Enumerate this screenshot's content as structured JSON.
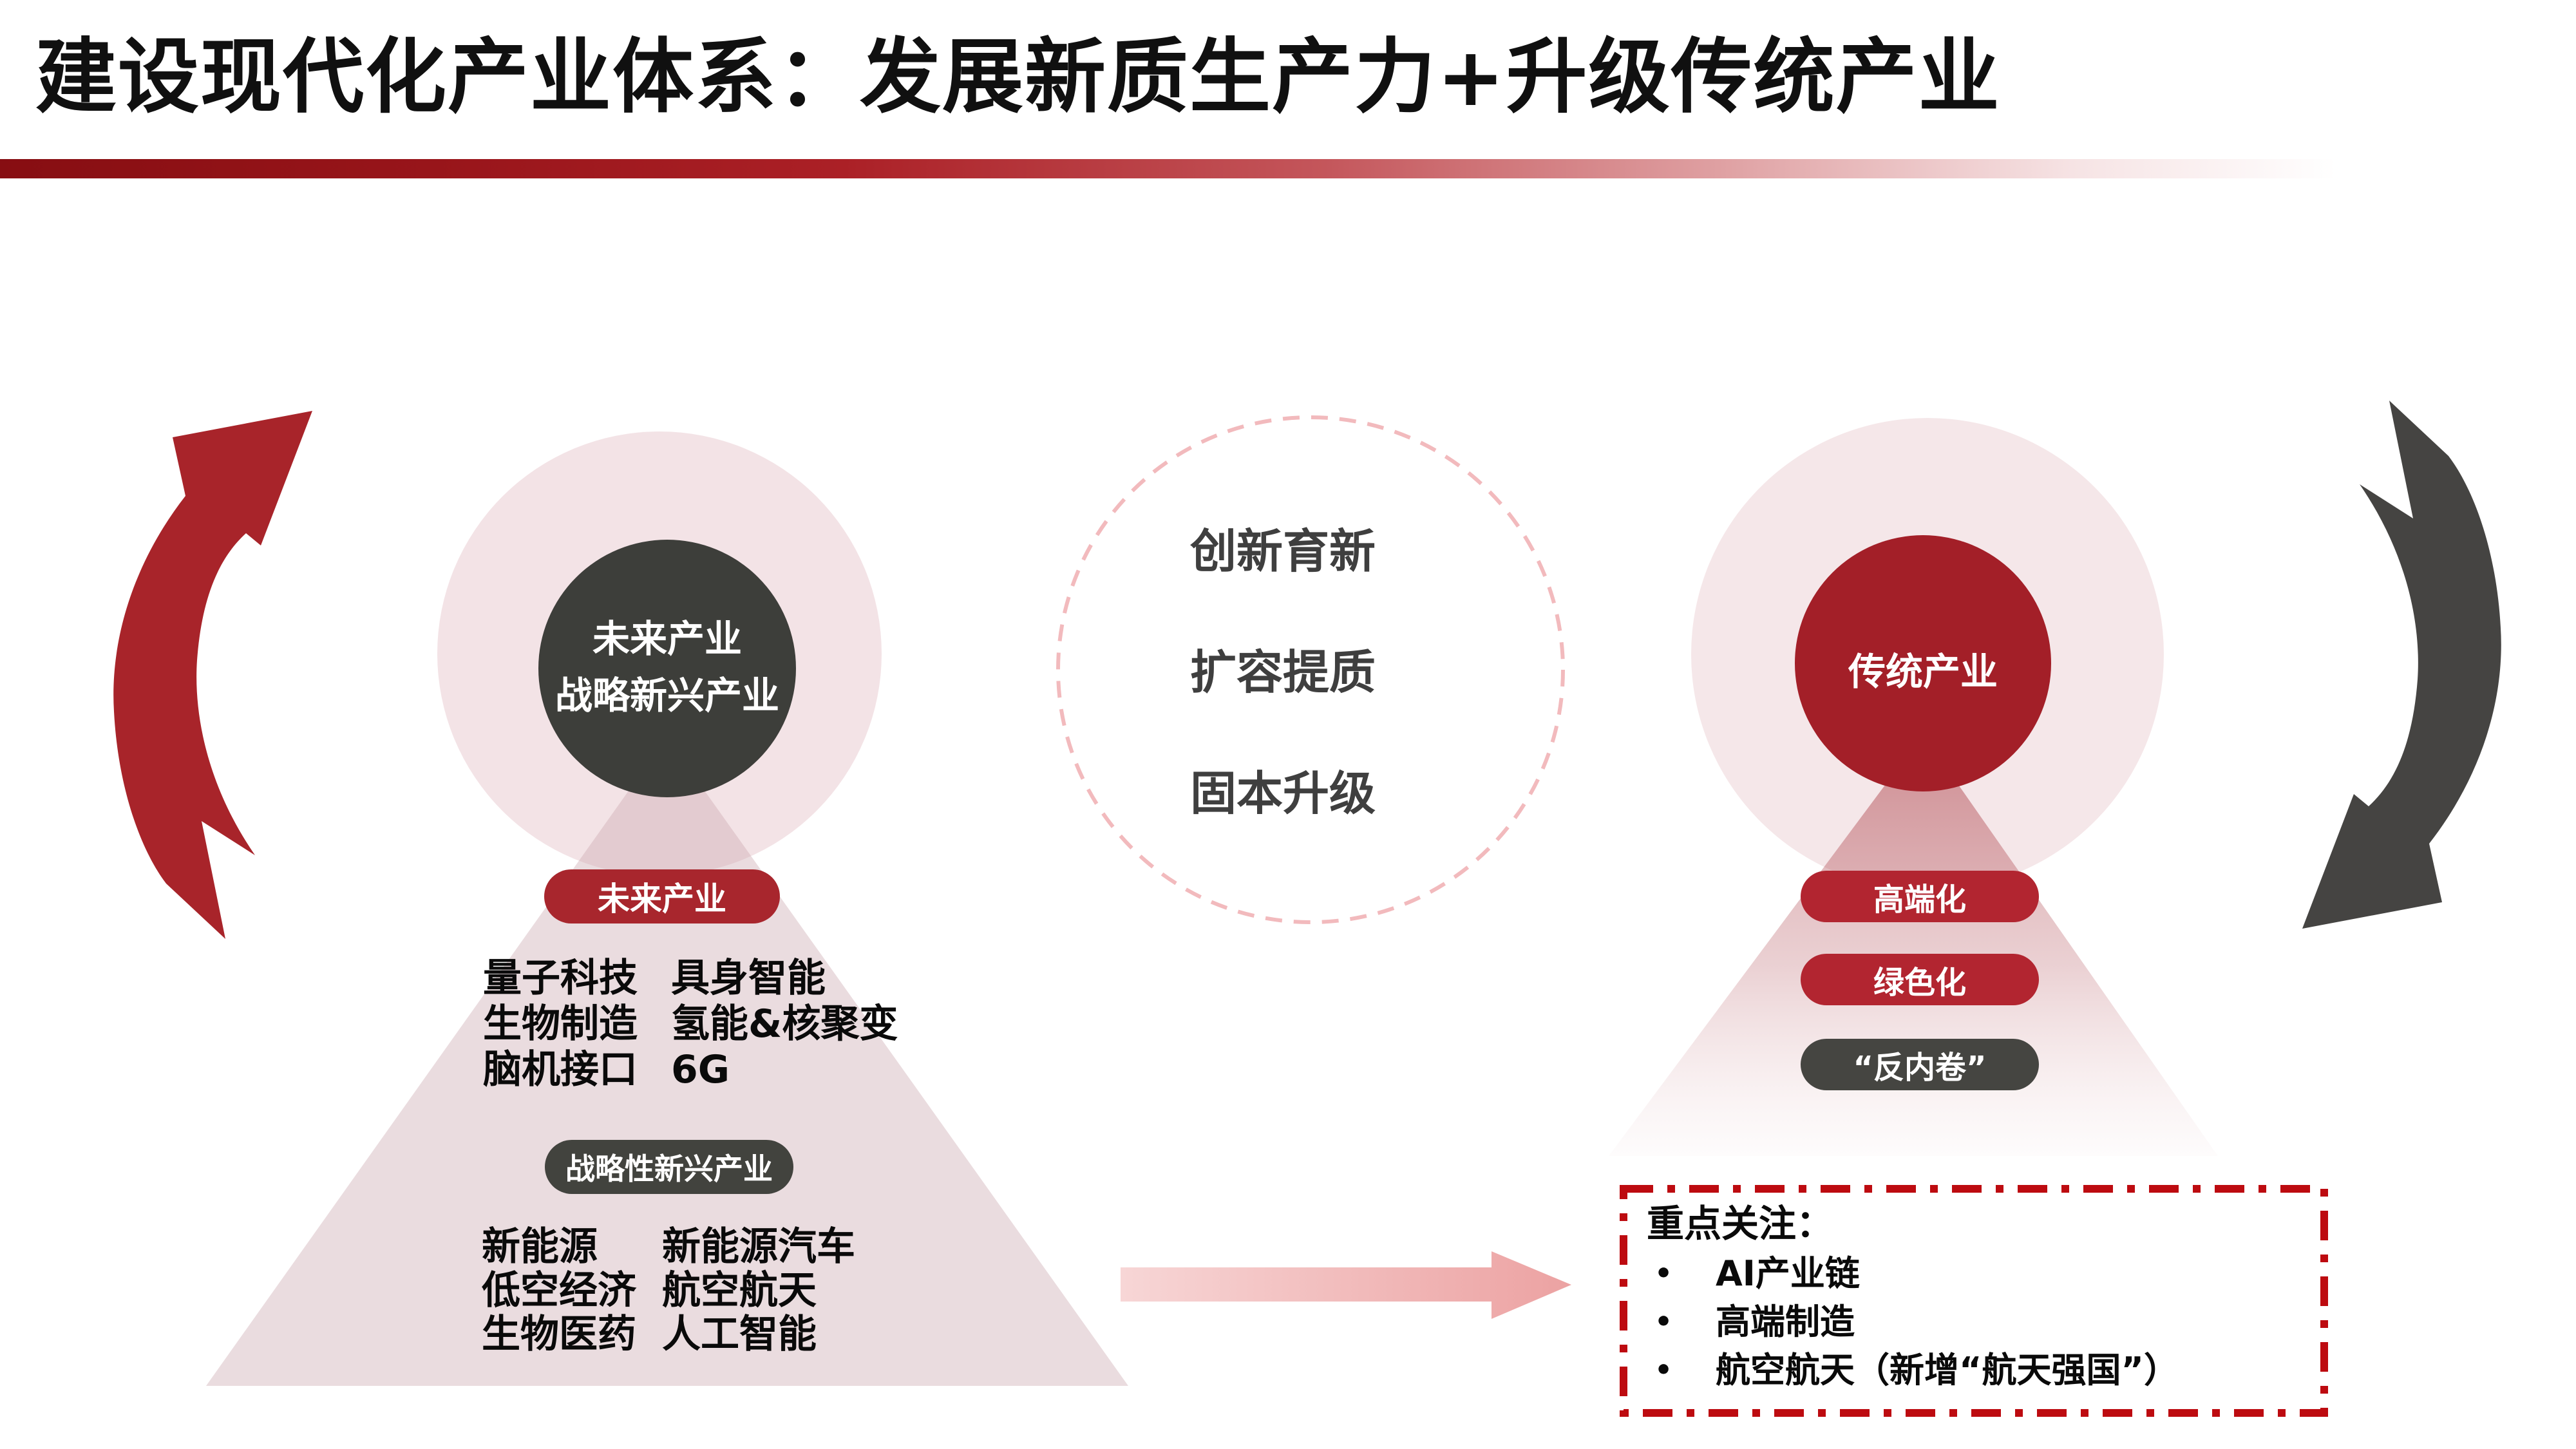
{
  "title": "建设现代化产业体系：发展新质生产力+升级传统产业",
  "left": {
    "core": {
      "line1": "未来产业",
      "line2": "战略新兴产业"
    },
    "future_pill": "未来产业",
    "future_items": [
      "量子科技",
      "具身智能",
      "生物制造",
      "氢能&核聚变",
      "脑机接口",
      "6G"
    ],
    "strategic_pill": "战略性新兴产业",
    "strategic_items": [
      "新能源",
      "新能源汽车",
      "低空经济",
      "航空航天",
      "生物医药",
      "人工智能"
    ]
  },
  "center": {
    "lines": [
      "创新育新",
      "扩容提质",
      "固本升级"
    ]
  },
  "right": {
    "core": "传统产业",
    "pills": [
      "高端化",
      "绿色化",
      "“反内卷”"
    ]
  },
  "focus_box": {
    "heading": "重点关注：",
    "bullet_glyph": "•",
    "bullets": [
      "AI产业链",
      "高端制造",
      "航空航天（新增“航天强国”）"
    ]
  },
  "icons": {
    "left_arrow": "curved-arrow-up",
    "right_arrow": "curved-arrow-down",
    "flow_arrow": "arrow-right-pink",
    "bullet": "bullet-dot"
  },
  "colors": {
    "brand_red": "#a8242a",
    "core_red_circle": "#a31f28",
    "pill_red": "#b22530",
    "charcoal": "#3d3e3a",
    "halo_pink": "#f3e3e6",
    "dashed_circle_pink": "#f2babd",
    "focus_border_red": "#bd0b10",
    "title_bar_start": "#870e12"
  }
}
